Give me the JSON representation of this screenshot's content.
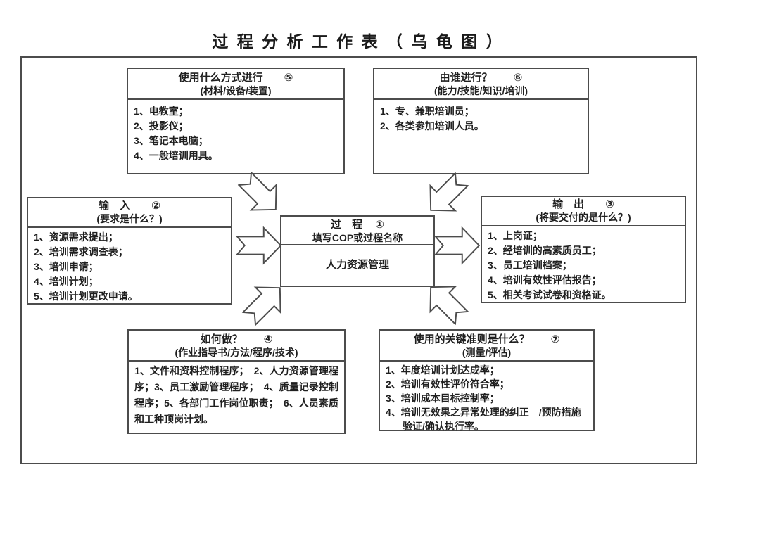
{
  "title": "过 程 分 析 工 作 表 （ 乌 龟 图 ）",
  "boxes": {
    "process": {
      "title": "过　程",
      "number": "①",
      "subtitle": "填写COP或过程名称",
      "body": "人力资源管理"
    },
    "input": {
      "title": "输　入",
      "number": "②",
      "subtitle": "(要求是什么？)",
      "items": [
        "1、资源需求提出；",
        "2、培训需求调查表；",
        "3、培训申请；",
        "4、培训计划；",
        "5、培训计划更改申请。"
      ]
    },
    "output": {
      "title": "输　出",
      "number": "③",
      "subtitle": "(将要交付的是什么？)",
      "items": [
        "1、上岗证；",
        "2、经培训的高素质员工；",
        "3、员工培训档案；",
        "4、培训有效性评估报告；",
        "5、相关考试试卷和资格证。"
      ]
    },
    "how": {
      "title": "如何做？",
      "number": "④",
      "subtitle": "(作业指导书/方法/程序/技术)",
      "paragraph": "1、文件和资料控制程序；　2、人力资源管理程序；3、员工激励管理程序；　4、质量记录控制程序；5、各部门工作岗位职责；　6、人员素质和工种顶岗计划。"
    },
    "methods": {
      "title": "使用什么方式进行",
      "number": "⑤",
      "subtitle": "(材料/设备/装置)",
      "items": [
        "1、电教室；",
        "2、投影仪；",
        "3、笔记本电脑；",
        "4、一般培训用具。"
      ]
    },
    "who": {
      "title": "由谁进行？",
      "number": "⑥",
      "subtitle": "(能力/技能/知识/培训)",
      "items": [
        "1、专、兼职培训员；",
        "2、各类参加培训人员。"
      ]
    },
    "criteria": {
      "title": "使用的关键准则是什么？",
      "number": "⑦",
      "subtitle": "(测量/评估)",
      "items": [
        "1、年度培训计划达成率；",
        "2、培训有效性评价符合率；",
        "3、培训成本目标控制率；",
        "4、培训无效果之异常处理的纠正　/预防措施验证/确认执行率。"
      ]
    }
  }
}
